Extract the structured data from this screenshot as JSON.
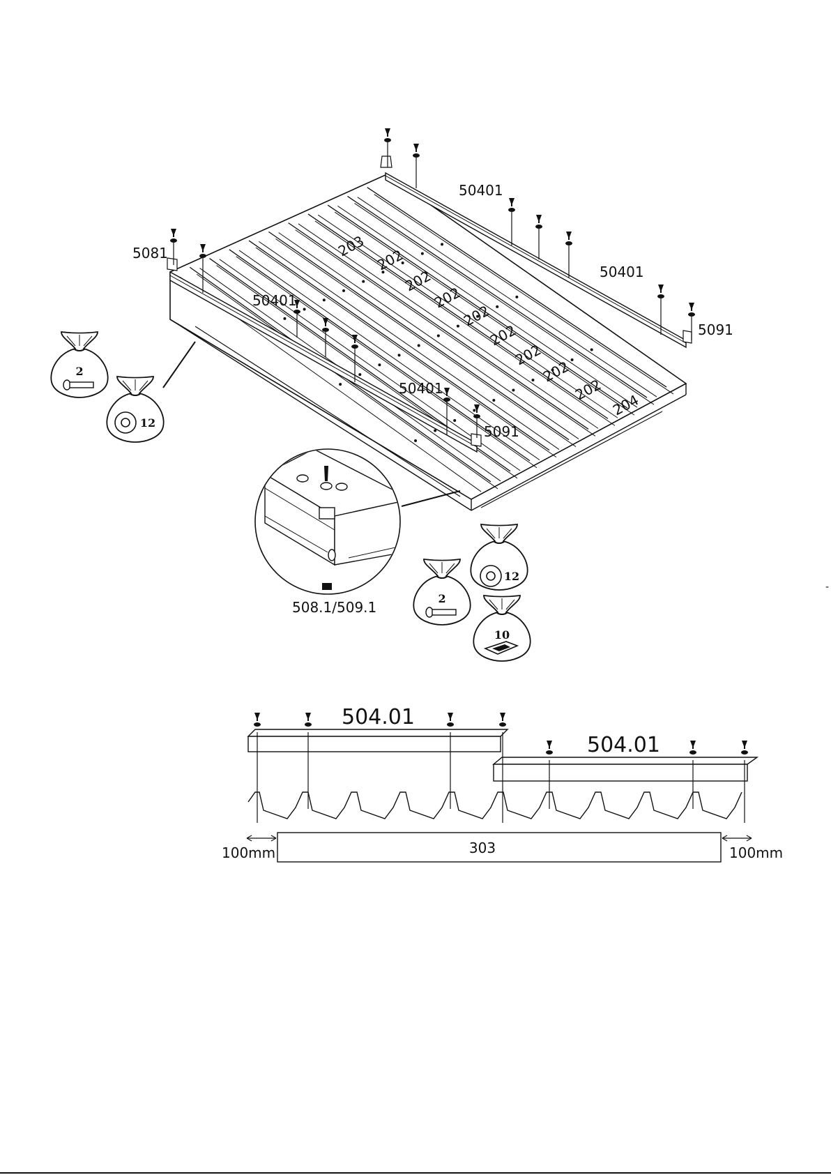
{
  "theme": {
    "ink": "#111111",
    "paper": "#ffffff"
  },
  "assembly": {
    "callouts": {
      "part_5081": "5081",
      "rail_top": "50401",
      "rail_right": "50401",
      "rail_left": "50401",
      "rail_mid": "50401",
      "part_5091_right": "5091",
      "part_5091_front": "5091",
      "corner_detail": "508.1/509.1"
    },
    "panels": [
      "203",
      "202",
      "202",
      "202",
      "202",
      "202",
      "202",
      "202",
      "202",
      "204"
    ],
    "bags": [
      {
        "count": "2",
        "content": "screw-icon"
      },
      {
        "count": "12",
        "content": "washer-icon"
      },
      {
        "count": "12",
        "content": "washer-icon"
      },
      {
        "count": "2",
        "content": "screw-icon"
      },
      {
        "count": "10",
        "content": "pad-icon"
      }
    ]
  },
  "section_view": {
    "rail_label_left": "504.01",
    "rail_label_right": "504.01",
    "base_label": "303",
    "dim_left": "100mm",
    "dim_right": "100mm"
  },
  "margin_mark": "-"
}
